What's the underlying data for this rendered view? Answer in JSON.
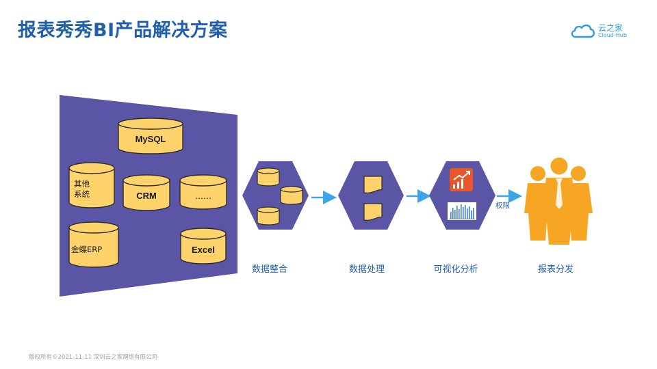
{
  "title": "报表秀秀BI产品解决方案",
  "logo": {
    "cn": "云之家",
    "en": "Cloud-Hub"
  },
  "sources": [
    "MySQL",
    "其他系统",
    "CRM",
    "……",
    "金蝶ERP",
    "Excel"
  ],
  "steps": [
    {
      "label": "数据整合"
    },
    {
      "label": "数据处理"
    },
    {
      "label": "可视化分析"
    },
    {
      "label": "报表分发"
    }
  ],
  "permission_label": "权限",
  "footer": "版权所有©2021-11-11 深圳云之家网络有限公司",
  "colors": {
    "title": "#1f5fae",
    "panel": "#5b55a6",
    "cylinder": "#ffd36b",
    "cylinder_stroke": "#2b2b2b",
    "arrow": "#3ea4e8",
    "people": "#f6a623",
    "chart_icon": "#e8562a"
  },
  "icons": [
    "cloud-icon",
    "document-icon",
    "trend-chart-icon",
    "bar-chart-icon",
    "people-icon"
  ]
}
